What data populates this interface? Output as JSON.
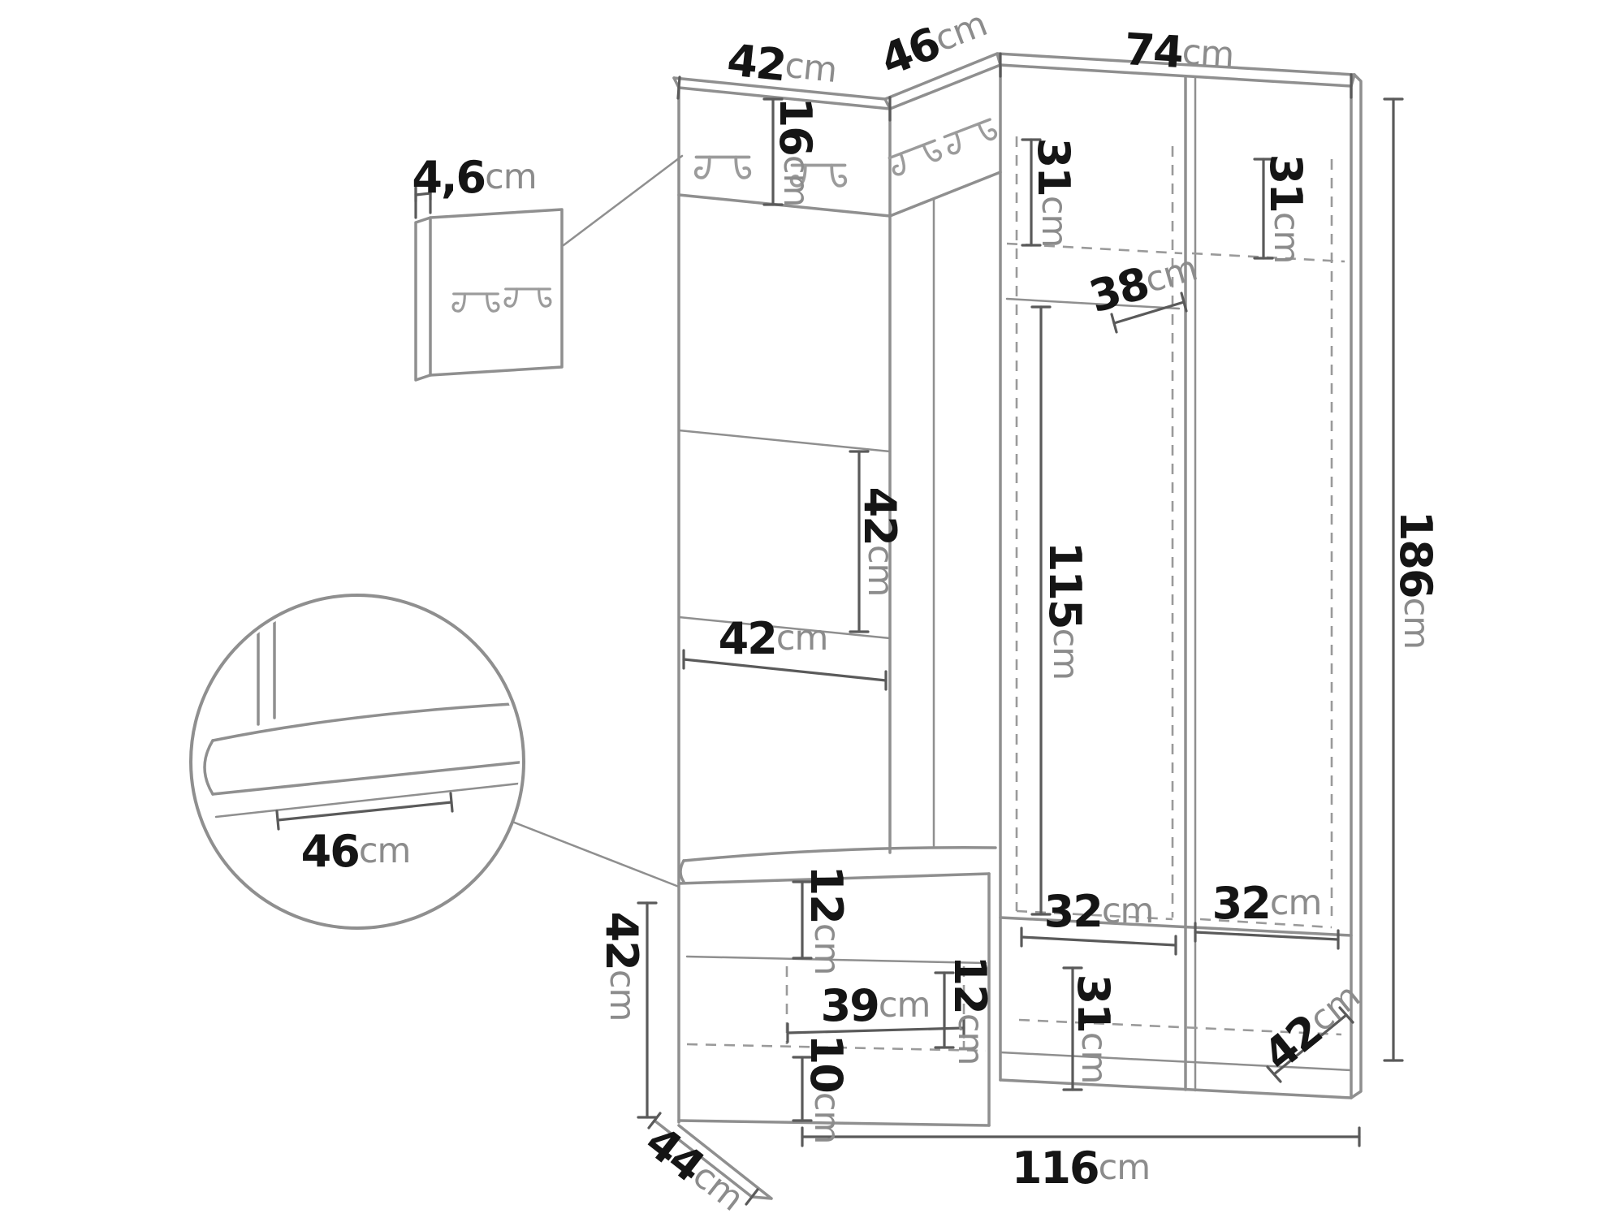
{
  "diagram": {
    "type": "furniture-dimension-diagram",
    "unit_default": "cm",
    "labels": {
      "top_left_width": {
        "value": "42",
        "unit": "cm"
      },
      "top_corner_width": {
        "value": "46",
        "unit": "cm"
      },
      "top_right_width": {
        "value": "74",
        "unit": "cm"
      },
      "panel_thickness": {
        "value": "4,6",
        "unit": "cm"
      },
      "hook_strip_height": {
        "value": "16",
        "unit": "cm"
      },
      "upper_shelf_left_height": {
        "value": "31",
        "unit": "cm"
      },
      "upper_shelf_right_height": {
        "value": "31",
        "unit": "cm"
      },
      "rail_depth": {
        "value": "38",
        "unit": "cm"
      },
      "total_height": {
        "value": "186",
        "unit": "cm"
      },
      "panel_segment_height": {
        "value": "42",
        "unit": "cm"
      },
      "panel_width": {
        "value": "42",
        "unit": "cm"
      },
      "wardrobe_interior_height": {
        "value": "115",
        "unit": "cm"
      },
      "seat_depth_detail": {
        "value": "46",
        "unit": "cm"
      },
      "bench_height": {
        "value": "42",
        "unit": "cm"
      },
      "bench_top_drawer_height": {
        "value": "12",
        "unit": "cm"
      },
      "bench_interior_width": {
        "value": "39",
        "unit": "cm"
      },
      "bench_middle_height": {
        "value": "12",
        "unit": "cm"
      },
      "bench_bottom_height": {
        "value": "10",
        "unit": "cm"
      },
      "bottom_left_compartment_width": {
        "value": "32",
        "unit": "cm"
      },
      "bottom_right_compartment_width": {
        "value": "32",
        "unit": "cm"
      },
      "bottom_compartment_height": {
        "value": "31",
        "unit": "cm"
      },
      "bottom_depth": {
        "value": "42",
        "unit": "cm"
      },
      "bench_depth": {
        "value": "44",
        "unit": "cm"
      },
      "total_width": {
        "value": "116",
        "unit": "cm"
      }
    },
    "icons": {
      "coat_hook": "double-coat-hook-icon"
    },
    "colors": {
      "line": "#8f8f8f",
      "dim_line": "#5a5a5a",
      "number": "#151515",
      "unit": "#8c8c8c",
      "background": "#ffffff"
    }
  }
}
